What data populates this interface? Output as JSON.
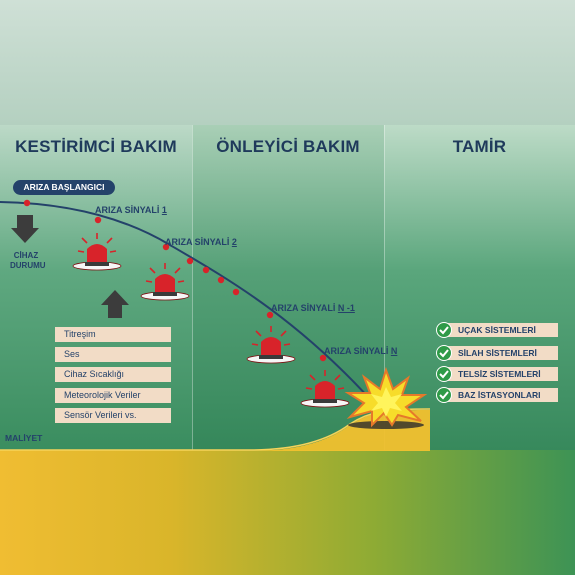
{
  "headers": {
    "predictive": "KESTİRİMCİ BAKIM",
    "preventive": "ÖNLEYİCİ BAKIM",
    "repair": "TAMİR"
  },
  "failure_start": "ARIZA BAŞLANGICI",
  "signals": [
    {
      "prefix": "ARIZA SİNYALİ ",
      "index": "1"
    },
    {
      "prefix": "ARIZA SİNYALİ ",
      "index": "2"
    },
    {
      "prefix": "ARIZA SİNYALİ ",
      "index": "N -1"
    },
    {
      "prefix": "ARIZA SİNYALİ ",
      "index": "N"
    }
  ],
  "device_state": "CİHAZ DURUMU",
  "monitoring_inputs": [
    "Titreşim",
    "Ses",
    "Cihaz Sıcaklığı",
    "Meteorolojik Veriler",
    "Sensör Verileri vs."
  ],
  "systems": [
    "UÇAK SİSTEMLERİ",
    "SİLAH SİSTEMLERİ",
    "TELSİZ SİSTEMLERİ",
    "BAZ İSTASYONLARI"
  ],
  "cost_label": "MALİYET",
  "colors": {
    "navy": "#24426a",
    "alarm_red": "#d8232a",
    "check_green": "#2f9a48",
    "label_bg": "#f2dcc6",
    "explosion_yellow": "#ffd21c"
  },
  "icons": {
    "alarm": "siren-light-icon",
    "down_arrow": "arrow-down-icon",
    "up_arrow": "arrow-up-icon",
    "check": "check-icon",
    "explosion": "explosion-icon"
  }
}
